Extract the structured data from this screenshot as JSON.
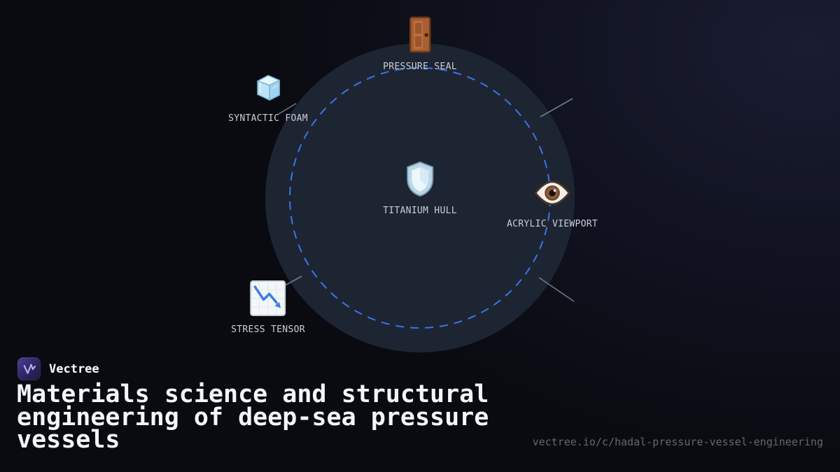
{
  "brand": {
    "name": "Vectree",
    "logo_icon": "waveform-v-icon"
  },
  "title": "Materials science and structural engineering of deep-sea pressure vessels",
  "url": "vectree.io/c/hadal-pressure-vessel-engineering",
  "diagram": {
    "type": "radial-concept-map",
    "center": {
      "label": "TITANIUM HULL",
      "icon": "shield-icon"
    },
    "satellites": [
      {
        "label": "PRESSURE SEAL",
        "icon": "door-icon",
        "position": "top"
      },
      {
        "label": "SYNTACTIC FOAM",
        "icon": "ice-cube-icon",
        "position": "upper-left"
      },
      {
        "label": "ACRYLIC VIEWPORT",
        "icon": "eye-icon",
        "position": "right"
      },
      {
        "label": "STRESS TENSOR",
        "icon": "chart-decreasing-icon",
        "position": "lower-left"
      }
    ],
    "colors": {
      "ring_fill": "#1d2532",
      "dashed_orbit": "#3e7bfa",
      "tick_line": "#828b99",
      "label_text": "#c9cfd8",
      "background": "#0a0b10",
      "logo_purple": "#474293"
    }
  }
}
